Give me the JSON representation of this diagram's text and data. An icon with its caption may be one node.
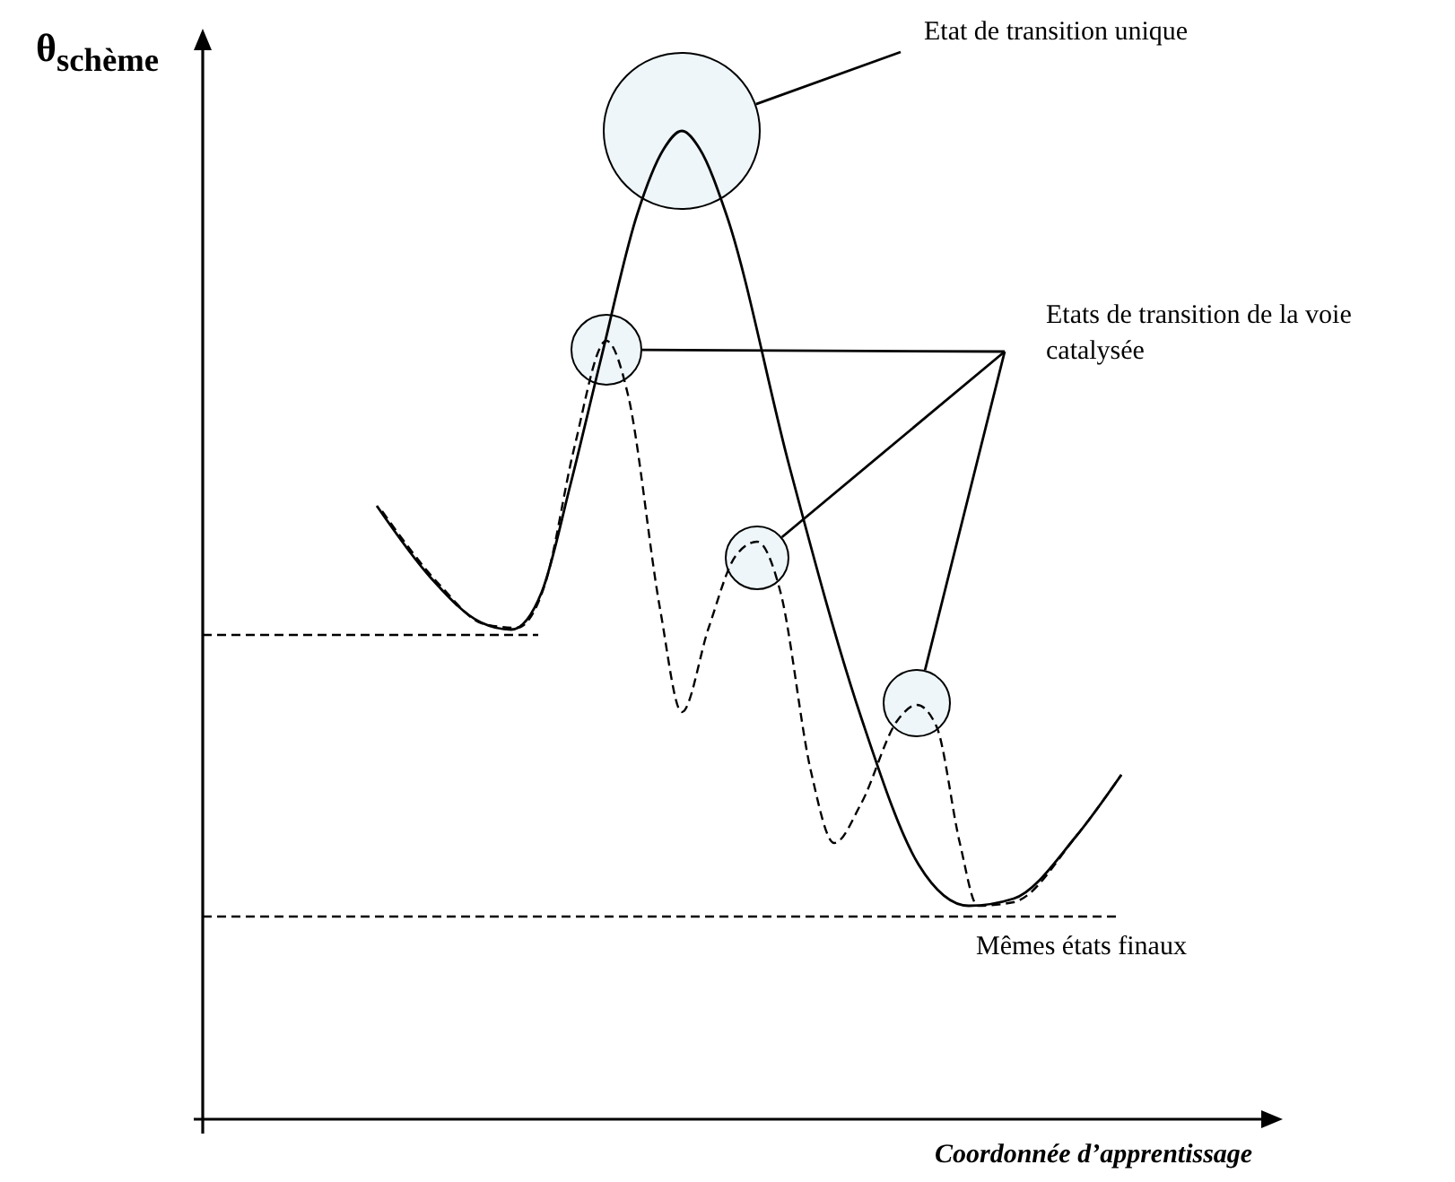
{
  "diagram": {
    "nodes": [
      {
        "text": [
          "Etat de transition unique"
        ]
      },
      {
        "text": [],
        "shape": "circle"
      },
      {
        "text": [
          "Etats de transition de la voie catalysée"
        ]
      },
      {
        "text": [],
        "shape": "circle"
      },
      {
        "text": [],
        "shape": "circle"
      },
      {
        "text": [],
        "shape": "circle"
      }
    ],
    "edges": [
      {
        "from": 0,
        "to": 1,
        "arrow": "none"
      },
      {
        "from": 2,
        "to": 3,
        "arrow": "none"
      },
      {
        "from": 2,
        "to": 4,
        "arrow": "none"
      },
      {
        "from": 2,
        "to": 5,
        "arrow": "none"
      }
    ],
    "labels": [
      "θ$_{schème}$",
      "Mêmes états finaux",
      "Coordonnée d’apprentissage"
    ]
  }
}
